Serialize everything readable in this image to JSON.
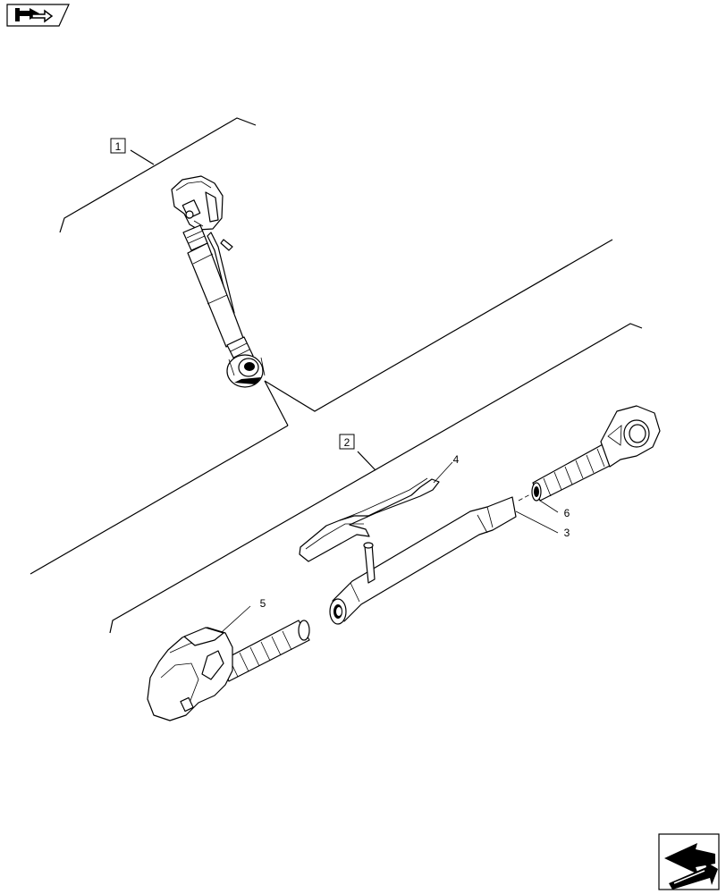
{
  "diagram": {
    "assembly_callouts": [
      "1",
      "2"
    ],
    "part_callouts": [
      "3",
      "4",
      "5",
      "6"
    ]
  },
  "icons": {
    "top_left": "navigation-arrow-icon",
    "bottom_right": "next-page-arrow-icon"
  }
}
